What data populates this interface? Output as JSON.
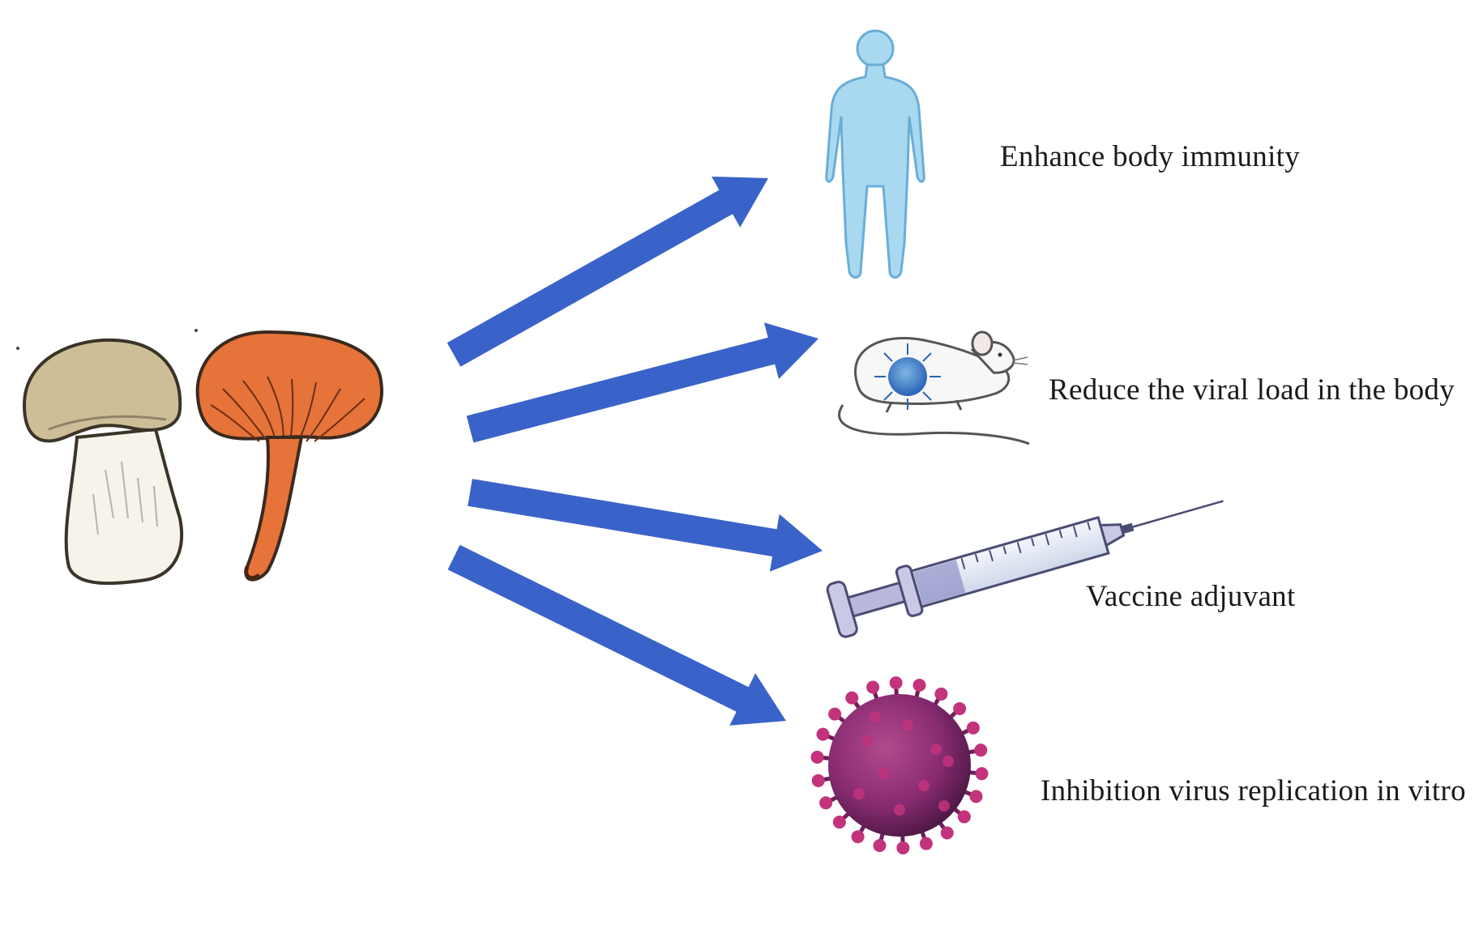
{
  "effects": [
    {
      "key": "immunity",
      "label": "Enhance body immunity",
      "icon": "human-body-icon"
    },
    {
      "key": "viral-load",
      "label": "Reduce the viral load in the body",
      "icon": "mouse-icon"
    },
    {
      "key": "adjuvant",
      "label": "Vaccine adjuvant",
      "icon": "syringe-icon"
    },
    {
      "key": "replication",
      "label": "Inhibition virus replication in vitro",
      "icon": "virus-icon"
    }
  ],
  "source": {
    "icon": "mushrooms-icon"
  },
  "colors": {
    "arrow": "#3a63c9",
    "body": "#a9d8f1",
    "mushroom_orange": "#e5733a",
    "virus": "#8a2c72"
  }
}
